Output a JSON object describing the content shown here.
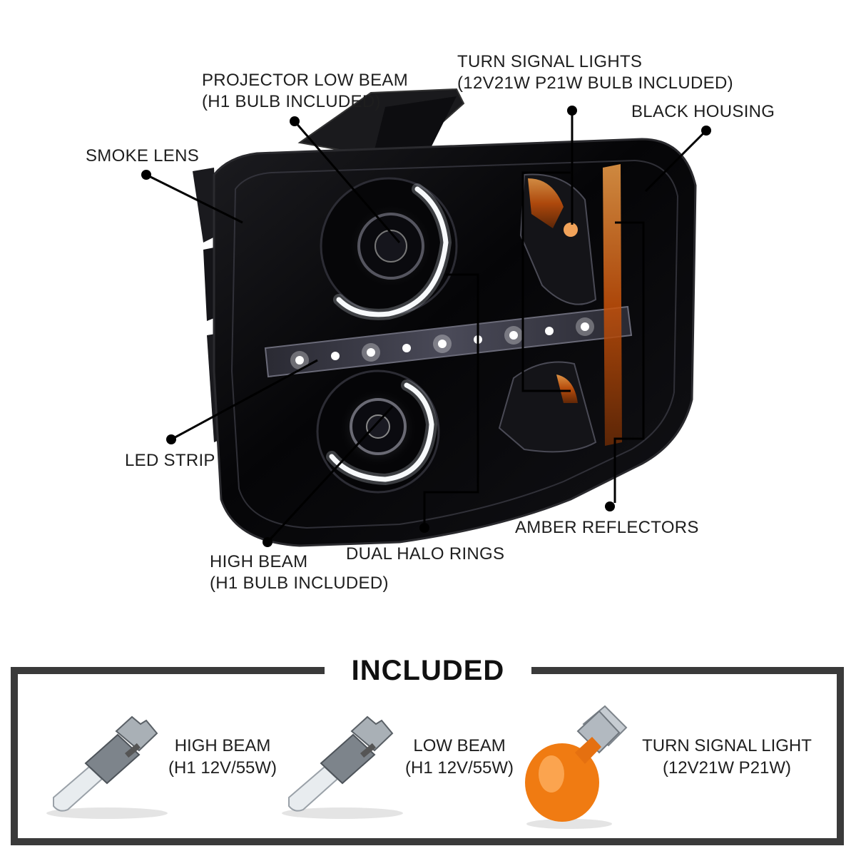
{
  "callouts": {
    "projector_low_beam": {
      "line1": "PROJECTOR LOW BEAM",
      "line2": "(H1 BULB INCLUDED)"
    },
    "turn_signal_lights": {
      "line1": "TURN SIGNAL LIGHTS",
      "line2": "(12V21W P21W BULB INCLUDED)"
    },
    "black_housing": {
      "line1": "BLACK HOUSING"
    },
    "smoke_lens": {
      "line1": "SMOKE LENS"
    },
    "led_strip": {
      "line1": "LED STRIP"
    },
    "high_beam": {
      "line1": "HIGH BEAM",
      "line2": "(H1 BULB INCLUDED)"
    },
    "dual_halo_rings": {
      "line1": "DUAL HALO RINGS"
    },
    "amber_reflectors": {
      "line1": "AMBER REFLECTORS"
    }
  },
  "included": {
    "title": "INCLUDED",
    "items": [
      {
        "name": "HIGH BEAM",
        "spec": "(H1 12V/55W)"
      },
      {
        "name": "LOW BEAM",
        "spec": "(H1 12V/55W)"
      },
      {
        "name": "TURN SIGNAL LIGHT",
        "spec": "(12V21W P21W)"
      }
    ]
  },
  "colors": {
    "housing": "#0b0b0d",
    "amber": "#e0650a",
    "frame": "#3a3a3a",
    "callout_line": "#000000"
  }
}
